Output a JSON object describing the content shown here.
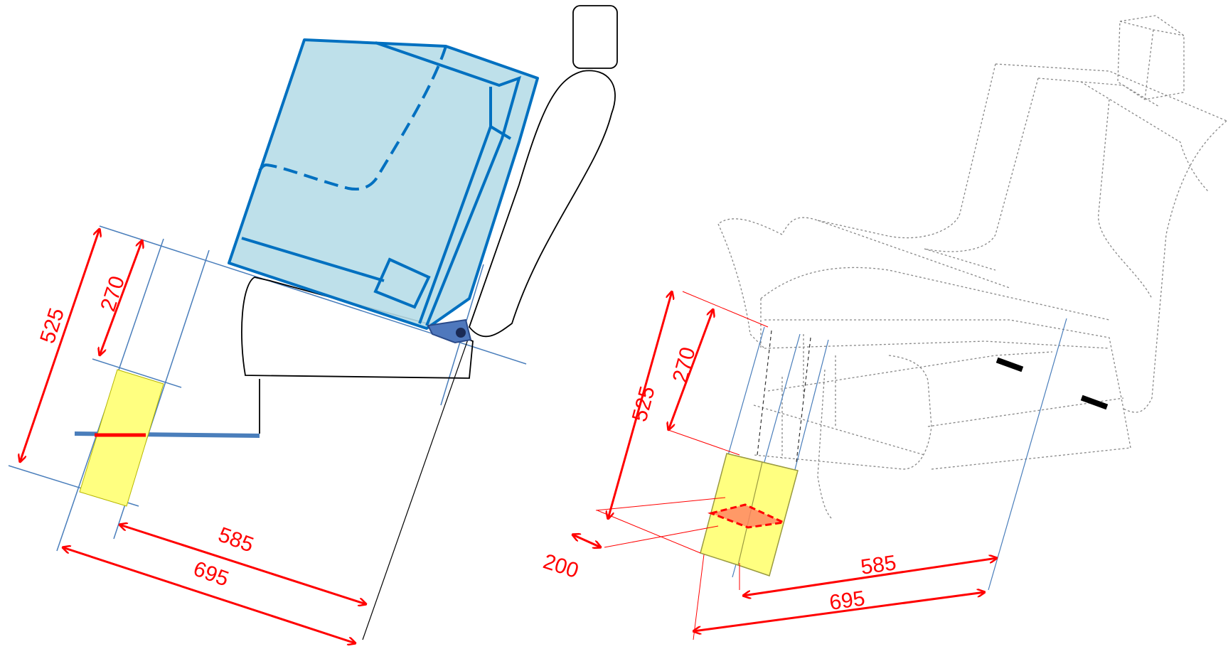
{
  "colors": {
    "dimension": "#ff0000",
    "guide_line": "#4a7ebb",
    "seat_fill": "#b7dde8",
    "seat_stroke": "#0070c0",
    "zone_fill": "#ffff80",
    "outline": "#000000",
    "dotted_outline": "#888888",
    "latch": "#000000"
  },
  "left_view": {
    "dim_270": "270",
    "dim_525": "525",
    "dim_585": "585",
    "dim_695": "695"
  },
  "right_view": {
    "dim_270": "270",
    "dim_525": "525",
    "dim_200": "200",
    "dim_585": "585",
    "dim_695": "695"
  }
}
